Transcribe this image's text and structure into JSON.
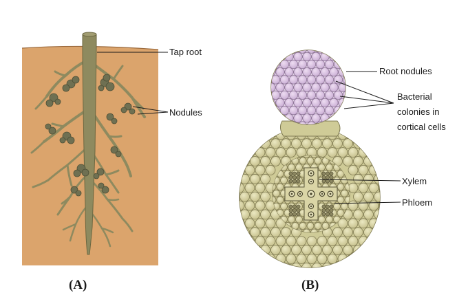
{
  "diagram": {
    "panel_a": {
      "caption": "(A)",
      "labels": {
        "tap_root": "Tap root",
        "nodules": "Nodules"
      },
      "colors": {
        "soil": "#DBA46C",
        "root": "#8E8A5F",
        "nodule": "#6F7052"
      }
    },
    "panel_b": {
      "caption": "(B)",
      "labels": {
        "root_nodules": "Root nodules",
        "bacterial_line1": "Bacterial",
        "bacterial_line2": "colonies in",
        "bacterial_line3": "cortical cells",
        "xylem": "Xylem",
        "phloem": "Phloem"
      },
      "colors": {
        "cell": "#D7D3A2",
        "cell_outline": "#7F7A52",
        "bacterial_cell": "#D9C4E2"
      }
    }
  }
}
